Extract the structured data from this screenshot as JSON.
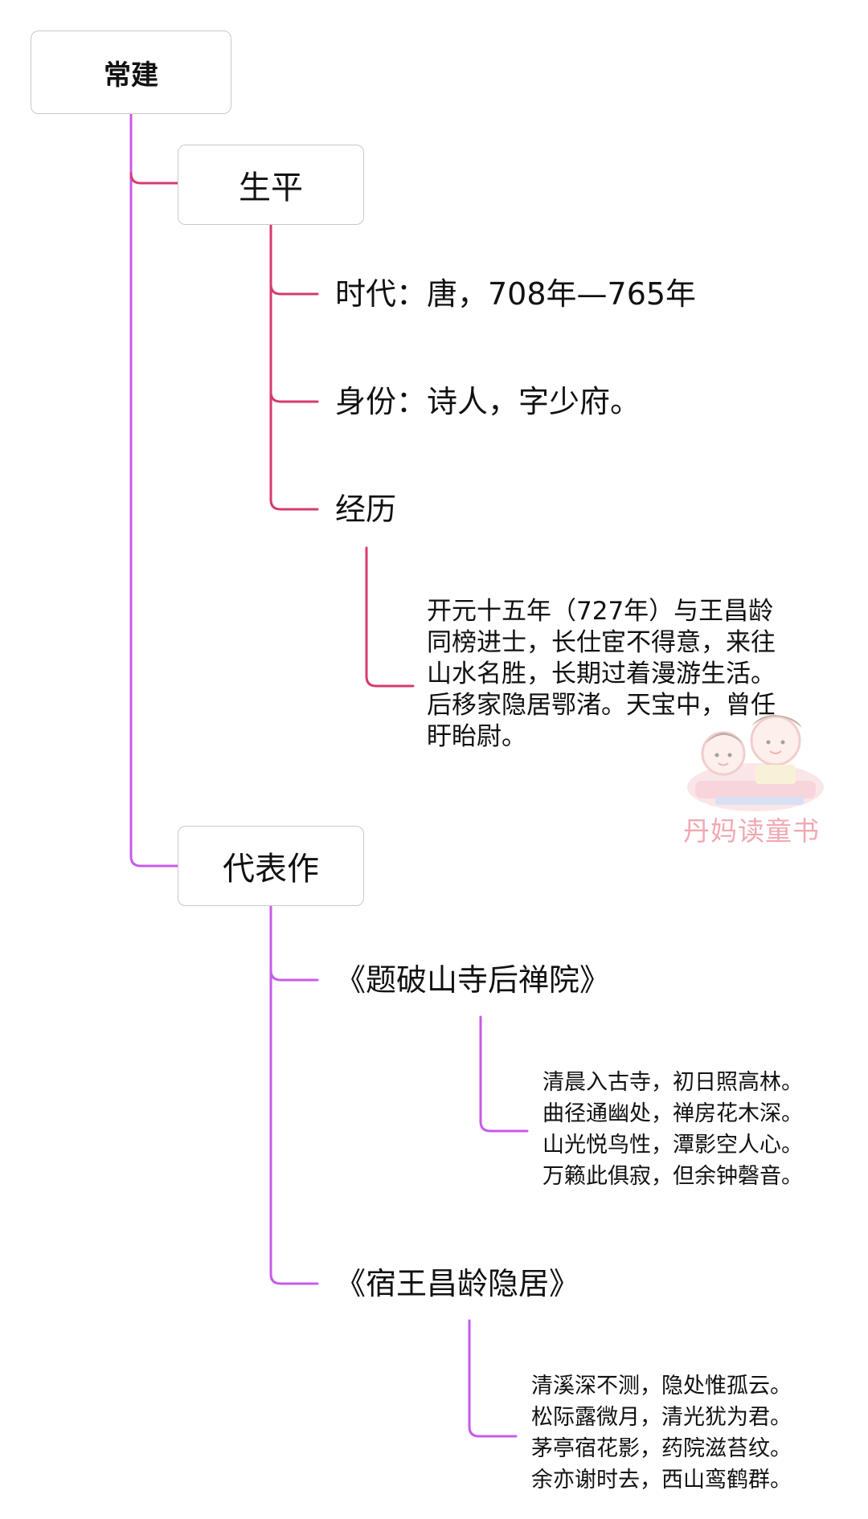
{
  "root": {
    "label": "常建"
  },
  "biography": {
    "label": "生平",
    "era": "时代：唐，708年—765年",
    "identity": "身份：诗人，字少府。",
    "experience": {
      "label": "经历",
      "text": "开元十五年（727年）与王昌龄\n同榜进士，长仕宦不得意，来往\n山水名胜，长期过着漫游生活。\n后移家隐居鄂渚。天宝中，曾任\n盱眙尉。"
    }
  },
  "works": {
    "label": "代表作",
    "items": [
      {
        "title": "《题破山寺后禅院》",
        "text": "清晨入古寺，初日照高林。\n曲径通幽处，禅房花木深。\n山光悦鸟性，潭影空人心。\n万籁此俱寂，但余钟磬音。"
      },
      {
        "title": "《宿王昌龄隐居》",
        "text": "清溪深不测，隐处惟孤云。\n松际露微月，清光犹为君。\n茅亭宿花影，药院滋苔纹。\n余亦谢时去，西山鸾鹤群。"
      }
    ]
  },
  "watermark": {
    "text": "丹妈读童书"
  },
  "colors": {
    "biography_branch": "#d63a6e",
    "works_branch": "#c75bea",
    "node_border": "#c8c8c8"
  }
}
